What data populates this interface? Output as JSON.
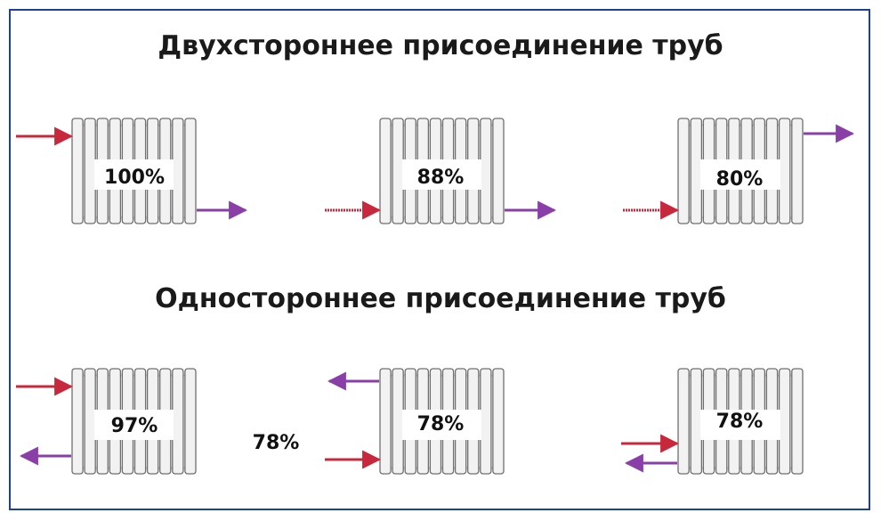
{
  "colors": {
    "supply": "#c8283c",
    "return": "#8a3fa8",
    "frame": "#1f3f9a"
  },
  "headings": {
    "two_sided": "Двухстороннее присоединение труб",
    "one_sided": "Одностороннее присоединение труб"
  },
  "radiators": {
    "two_sided": [
      {
        "label": "100%",
        "in": "top-left",
        "out": "bottom-right"
      },
      {
        "label": "88%",
        "in": "bottom-left",
        "out": "bottom-right"
      },
      {
        "label": "80%",
        "in": "bottom-left",
        "out": "top-right"
      }
    ],
    "one_sided": [
      {
        "label": "97%",
        "in": "top-left",
        "out": "bottom-left"
      },
      {
        "label": "78%",
        "in": "bottom-left",
        "out": "top-left"
      },
      {
        "label": "78%",
        "in": "bottom-left",
        "out": "bottom-left"
      }
    ]
  },
  "floating_label": "78%"
}
